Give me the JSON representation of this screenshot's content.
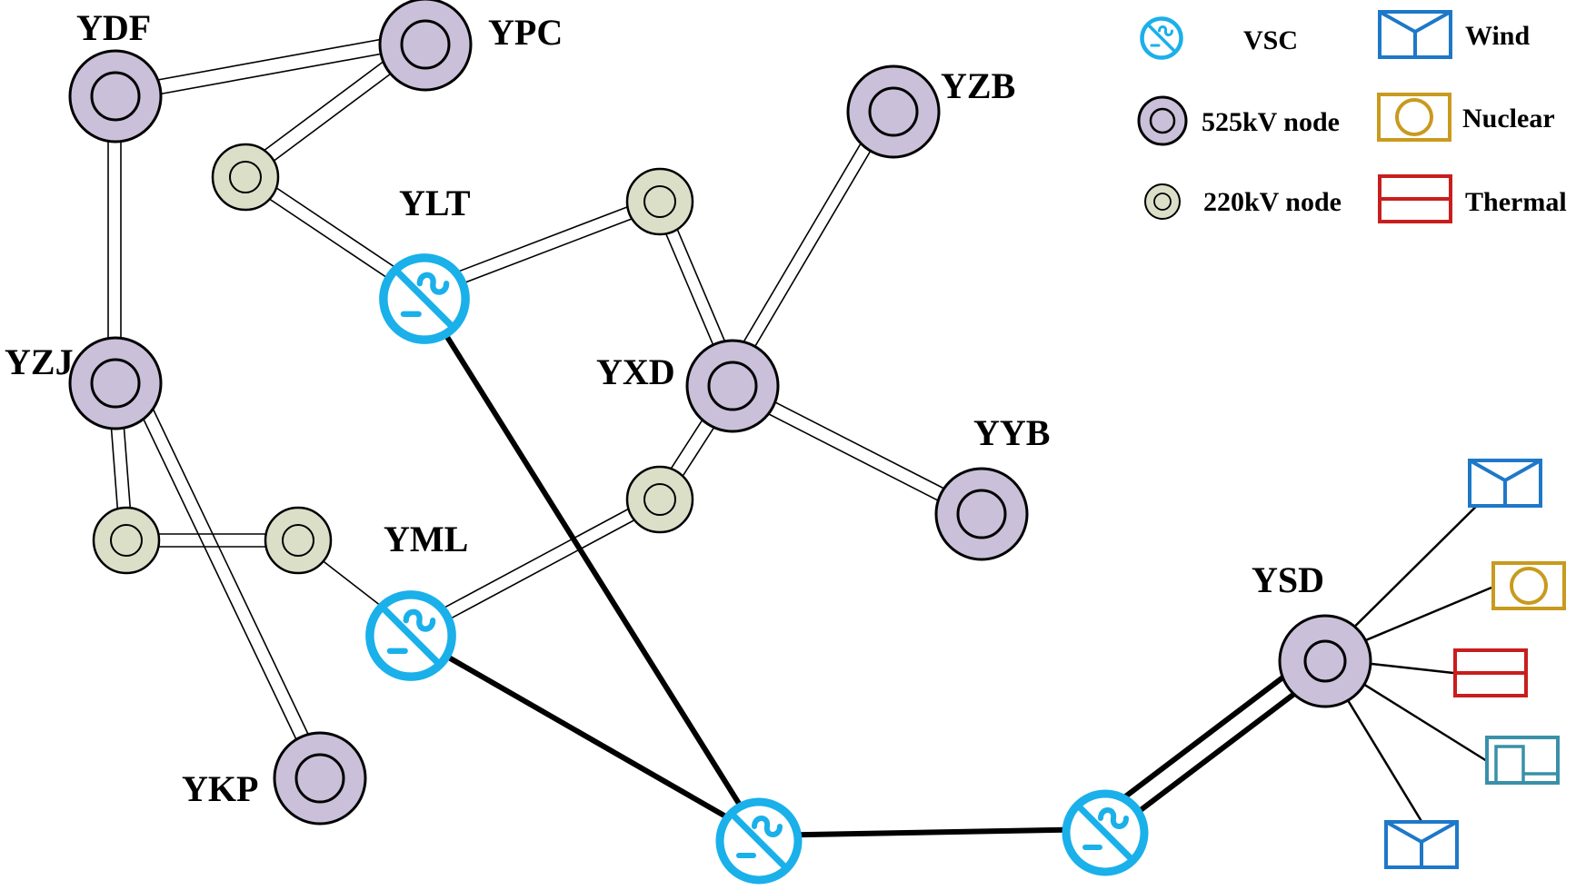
{
  "colors": {
    "node525_fill": "#cac0d9",
    "node220_fill": "#dcdfc8",
    "vsc": "#1ab0ea",
    "wind": "#1e78c8",
    "nuclear": "#c89a1e",
    "thermal": "#c81e1e",
    "storage": "#3a90a8",
    "line": "#000000"
  },
  "nodes": {
    "YDF": {
      "label": "YDF",
      "kind": "525kV",
      "icon": "bus-525kv-icon"
    },
    "YPC": {
      "label": "YPC",
      "kind": "525kV",
      "icon": "bus-525kv-icon"
    },
    "YZB": {
      "label": "YZB",
      "kind": "525kV",
      "icon": "bus-525kv-icon"
    },
    "YZJ": {
      "label": "YZJ",
      "kind": "525kV",
      "icon": "bus-525kv-icon"
    },
    "YXD": {
      "label": "YXD",
      "kind": "525kV",
      "icon": "bus-525kv-icon"
    },
    "YYB": {
      "label": "YYB",
      "kind": "525kV",
      "icon": "bus-525kv-icon"
    },
    "YKP": {
      "label": "YKP",
      "kind": "525kV",
      "icon": "bus-525kv-icon"
    },
    "YSD": {
      "label": "YSD",
      "kind": "525kV",
      "icon": "bus-525kv-icon"
    },
    "YLT": {
      "label": "YLT",
      "kind": "VSC",
      "icon": "vsc-converter-icon"
    },
    "YML": {
      "label": "YML",
      "kind": "VSC",
      "icon": "vsc-converter-icon"
    }
  },
  "legend": {
    "vsc": {
      "label": "VSC",
      "icon": "vsc-converter-icon"
    },
    "node525": {
      "label": "525kV node",
      "icon": "bus-525kv-icon"
    },
    "node220": {
      "label": "220kV node",
      "icon": "bus-220kv-icon"
    },
    "wind": {
      "label": "Wind",
      "icon": "wind-generator-icon"
    },
    "nuclear": {
      "label": "Nuclear",
      "icon": "nuclear-generator-icon"
    },
    "thermal": {
      "label": "Thermal",
      "icon": "thermal-generator-icon"
    }
  }
}
